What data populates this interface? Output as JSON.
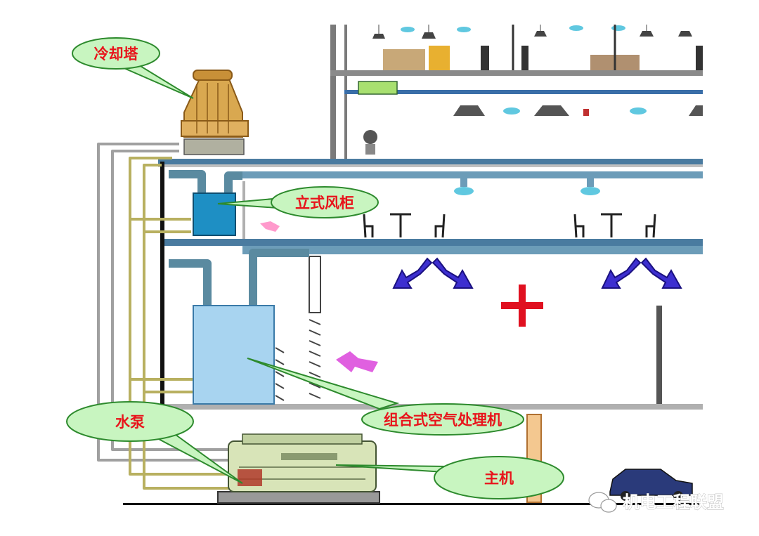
{
  "labels": {
    "cooling_tower": "冷却塔",
    "vertical_ahu": "立式风柜",
    "combined_ahu": "组合式空气处理机",
    "water_pump": "水泵",
    "chiller": "主机"
  },
  "watermark": "机电工程联盟",
  "colors": {
    "callout_fill": "#c8f5c0",
    "callout_stroke": "#2d8a2d",
    "label_text": "#e8141b",
    "duct": "#5a8aa0",
    "ahu_dark": "#1e8fc4",
    "ahu_light": "#a8d4f0",
    "airflow_arrow": "#3d2fd0",
    "return_arrow": "#e060e0",
    "plus_sign": "#e01020",
    "pipe_yellow": "#b8b060",
    "pipe_grey": "#a0a0a0"
  }
}
